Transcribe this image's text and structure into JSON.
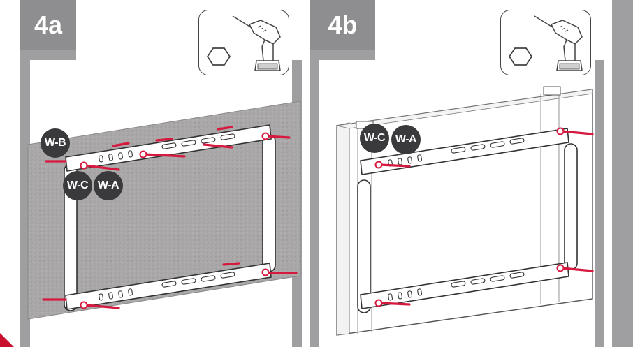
{
  "colors": {
    "frame": "#9f9fa1",
    "tab": "#8e8e90",
    "badge": "#3a3a3c",
    "screw": "#d7193f",
    "wall": "#a9a7a7",
    "accent": "#c8102e"
  },
  "panels": [
    {
      "step": "4a",
      "tool_icons": [
        "hex-socket-icon",
        "power-drill-icon"
      ],
      "labels": [
        "W-B",
        "W-C",
        "W-A"
      ]
    },
    {
      "step": "4b",
      "tool_icons": [
        "hex-socket-icon",
        "power-drill-icon"
      ],
      "labels": [
        "W-C",
        "W-A"
      ]
    }
  ]
}
